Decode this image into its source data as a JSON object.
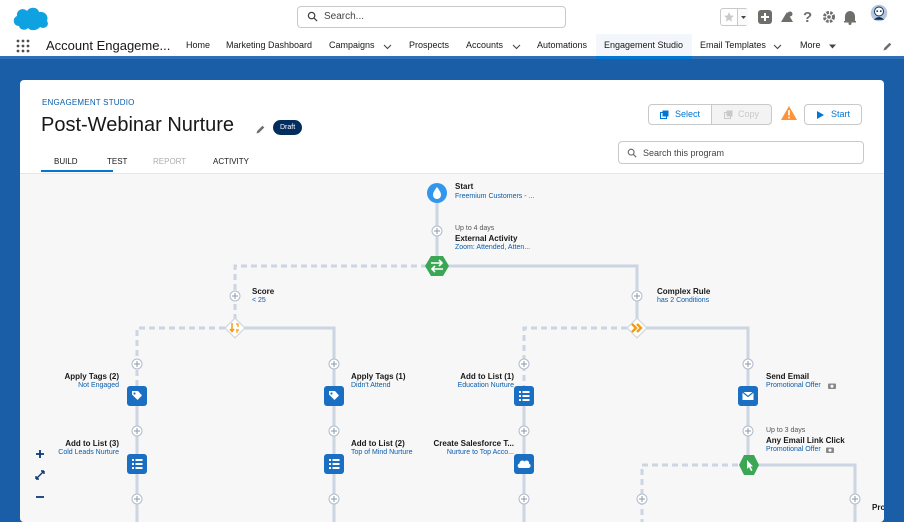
{
  "header": {
    "search_placeholder": "Search...",
    "icons": [
      "star-icon",
      "chevron-down-icon",
      "add-icon",
      "trailhead-icon",
      "help-icon",
      "gear-icon",
      "bell-icon",
      "avatar"
    ]
  },
  "nav": {
    "app_name": "Account Engageme...",
    "items": [
      {
        "label": "Home"
      },
      {
        "label": "Marketing Dashboard"
      },
      {
        "label": "Campaigns"
      },
      {
        "label": "Prospects"
      },
      {
        "label": "Accounts"
      },
      {
        "label": "Automations"
      },
      {
        "label": "Engagement Studio"
      },
      {
        "label": "Email Templates"
      },
      {
        "label": "More"
      }
    ]
  },
  "program": {
    "eyebrow": "ENGAGEMENT STUDIO",
    "title": "Post-Webinar Nurture",
    "status": "Draft",
    "buttons": {
      "select": "Select",
      "copy": "Copy",
      "start": "Start"
    },
    "search_placeholder": "Search this program",
    "tabs": [
      "BUILD",
      "TEST",
      "REPORT",
      "ACTIVITY"
    ]
  },
  "flow": {
    "start": {
      "name": "Start",
      "sub": "Freemium Customers - ..."
    },
    "external": {
      "pre": "Up to 4 days",
      "name": "External Activity",
      "sub": "Zoom: Attended, Atten..."
    },
    "score": {
      "name": "Score",
      "sub": "< 25"
    },
    "complex": {
      "name": "Complex Rule",
      "sub": "has 2 Conditions"
    },
    "apply1": {
      "name": "Apply Tags (2)",
      "sub": "Not Engaged"
    },
    "apply2": {
      "name": "Apply Tags (1)",
      "sub": "Didn't Attend"
    },
    "list1": {
      "name": "Add to List (1)",
      "sub": "Education Nurture"
    },
    "email": {
      "name": "Send Email",
      "sub": "Promotional Offer"
    },
    "list3": {
      "name": "Add to List (3)",
      "sub": "Cold Leads Nurture"
    },
    "list2": {
      "name": "Add to List (2)",
      "sub": "Top of Mind Nurture"
    },
    "sfdc": {
      "name": "Create Salesforce T...",
      "sub": "Nurture to Top Acco..."
    },
    "click": {
      "pre": "Up to 3 days",
      "name": "Any Email Link Click",
      "sub": "Promotional Offer"
    },
    "cut": {
      "name": "Pro"
    }
  },
  "colors": {
    "brand": "#0176d3",
    "accent_green": "#3ba755",
    "warning": "#fe9339",
    "action_blue": "#1b6fc2"
  }
}
